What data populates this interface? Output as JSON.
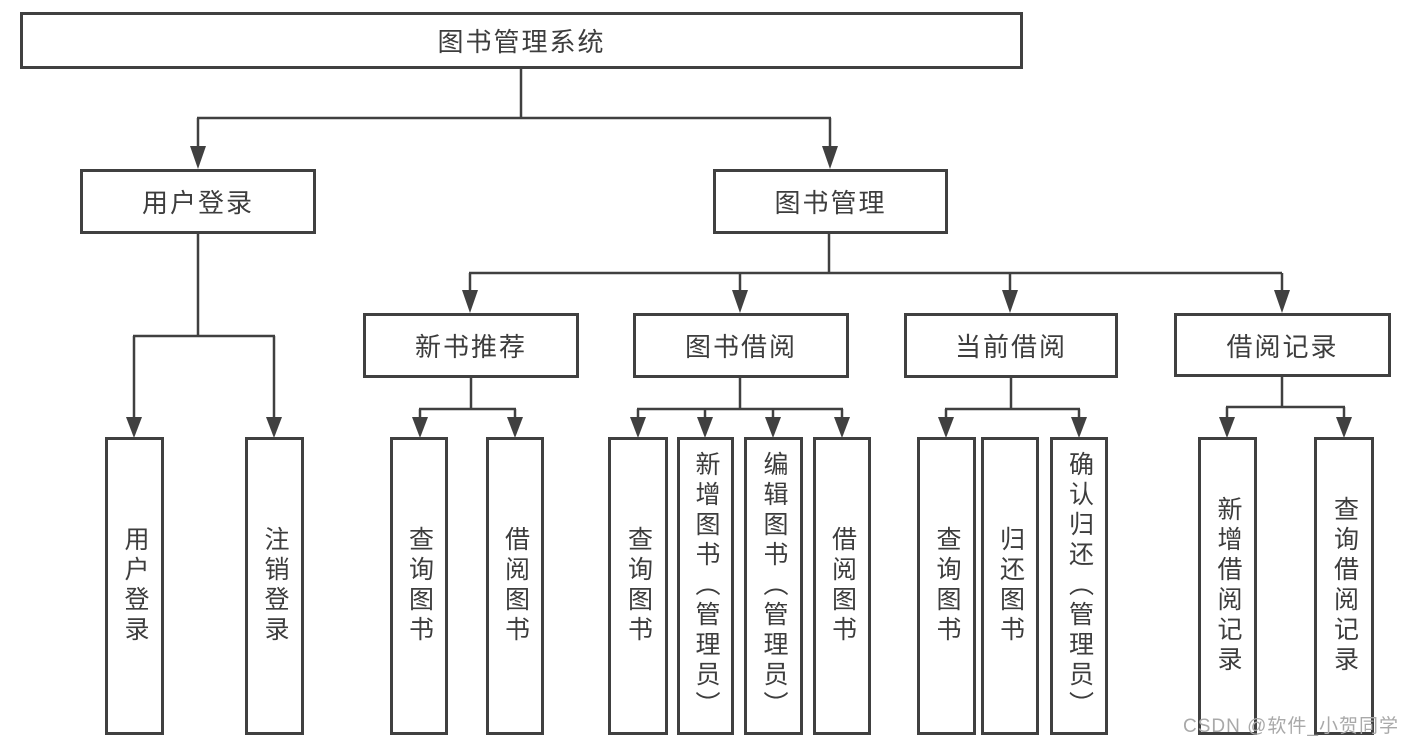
{
  "tree": {
    "root": "图书管理系统",
    "user_login": {
      "label": "用户登录",
      "children": [
        "用户登录",
        "注销登录"
      ]
    },
    "book_mgmt": {
      "label": "图书管理",
      "sections": [
        {
          "label": "新书推荐",
          "children": [
            "查询图书",
            "借阅图书"
          ]
        },
        {
          "label": "图书借阅",
          "children": [
            "查询图书",
            "新增图书（管理员）",
            "编辑图书（管理员）",
            "借阅图书"
          ]
        },
        {
          "label": "当前借阅",
          "children": [
            "查询图书",
            "归还图书",
            "确认归还（管理员）"
          ]
        },
        {
          "label": "借阅记录",
          "children": [
            "新增借阅记录",
            "查询借阅记录"
          ]
        }
      ]
    }
  },
  "watermark": "CSDN @软件_小贺同学",
  "colors": {
    "line": "#404040",
    "text": "#3d3d3d",
    "watermark": "#a9a9a9",
    "background": "#ffffff"
  }
}
